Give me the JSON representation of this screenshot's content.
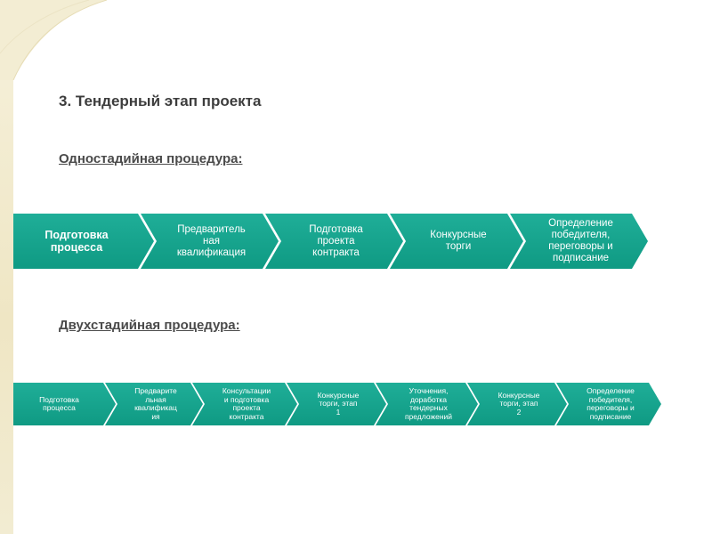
{
  "title": "3. Тендерный этап проекта",
  "one_stage": {
    "heading": "Одностадийная процедура:",
    "steps": [
      "Подготовка\nпроцесса",
      "Предваритель\nная\nквалификация",
      "Подготовка\nпроекта\nконтракта",
      "Конкурсные\nторги",
      "Определение\nпобедителя,\nпереговоры и\nподписание"
    ]
  },
  "two_stage": {
    "heading": "Двухстадийная процедура:",
    "steps": [
      "Подготовка\nпроцесса",
      "Предварите\nльная\nквалификац\nия",
      "Консультации\nи подготовка\nпроекта\nконтракта",
      "Конкурсные\nторги, этап\n1",
      "Уточнения,\nдоработка\nтендерных\nпредложений",
      "Конкурсные\nторги, этап\n2",
      "Определение\nпобедителя,\nпереговоры и\nподписание"
    ]
  },
  "colors": {
    "arrow": "#13a28b",
    "text": "#3d3d3d",
    "band": "#efe6c4"
  }
}
